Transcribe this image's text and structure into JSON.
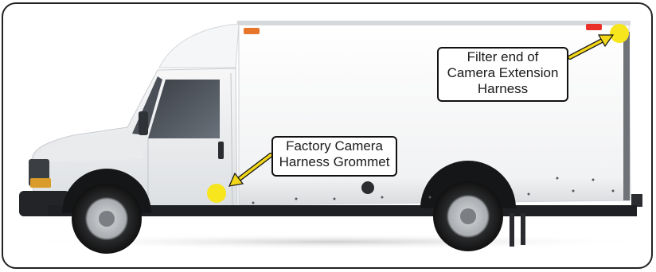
{
  "callouts": {
    "filter_end": {
      "lines": [
        "Filter end of",
        "Camera Extension",
        "Harness"
      ]
    },
    "grommet": {
      "lines": [
        "Factory Camera",
        "Harness Grommet"
      ]
    }
  },
  "colors": {
    "marker": "#f7e51e",
    "arrow": "#f2d61a",
    "truck_body": "#f3f4f5",
    "marker_light": "#e9312a",
    "clearance_light": "#e8762a"
  }
}
